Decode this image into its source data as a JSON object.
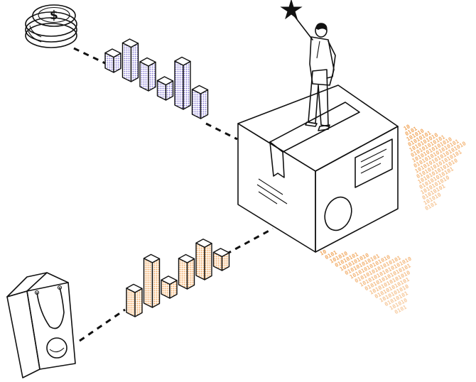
{
  "colors": {
    "ink": "#111111",
    "bar_top": "#7c6fd0",
    "bar_bottom": "#f2a45a",
    "binary": "#f0a050",
    "box_fill": "#ffffff"
  },
  "icons": {
    "coins": "coin-stack-icon",
    "bag": "shopping-bag-icon",
    "star": "star-icon"
  },
  "binary_stream": {
    "rows": [
      "10",
      "0101",
      "101010",
      "01010101",
      "1010101010",
      "010101010101",
      "10101010101010",
      "0101010101010101",
      "101010101010101010",
      "0101010101010101",
      "10101010101010",
      "010101010101",
      "1010101010",
      "01010101",
      "101010",
      "0101"
    ]
  },
  "bar_charts": {
    "top": {
      "heights": [
        0.25,
        0.75,
        0.5,
        0.25,
        1.0,
        0.5
      ]
    },
    "bottom": {
      "heights": [
        0.45,
        0.95,
        0.2,
        0.5,
        0.65,
        0.2
      ]
    }
  }
}
